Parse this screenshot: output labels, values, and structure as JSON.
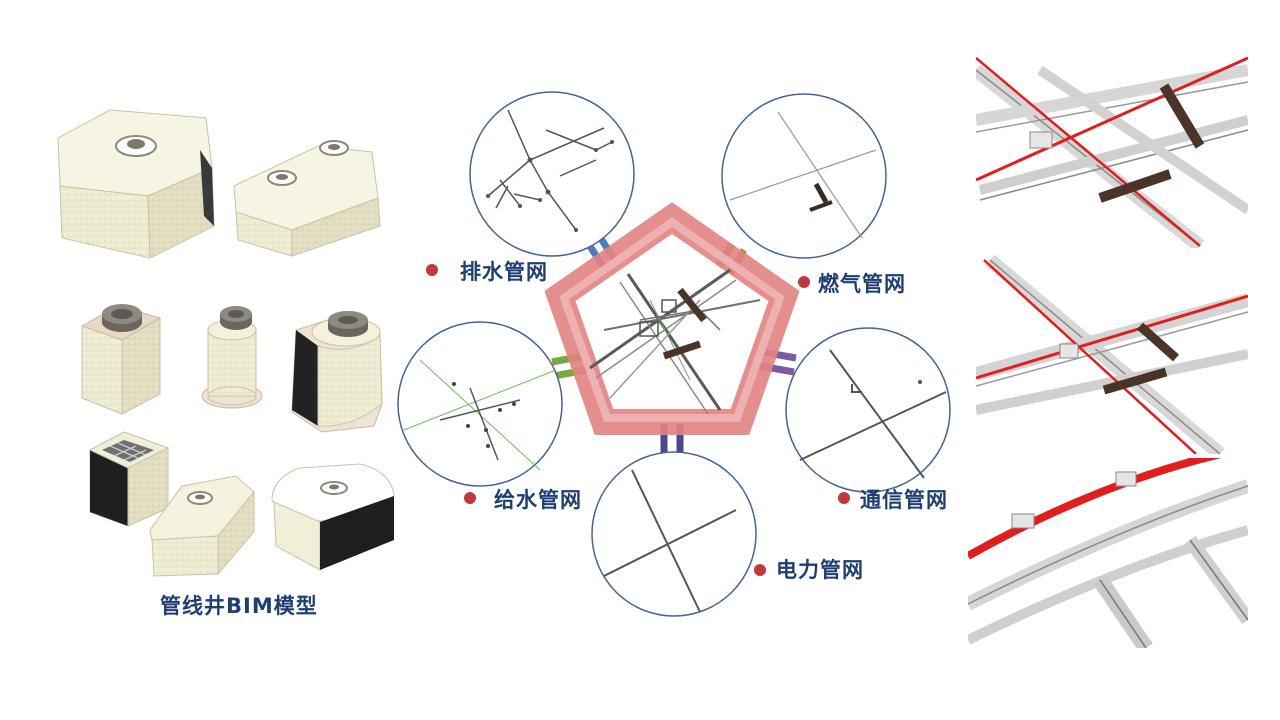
{
  "title_models": "管线井BIM模型",
  "networks": {
    "drain": "排水管网",
    "gas": "燃气管网",
    "water": "给水管网",
    "telecom": "通信管网",
    "power": "电力管网"
  },
  "colors": {
    "label_text": "#1f3f73",
    "bullet": "#c0393d",
    "pentagon": "#e07b7b",
    "connector_blue": "#4a7ec4",
    "connector_olive": "#9b9a3b",
    "connector_green": "#78a842",
    "connector_purple": "#7a5aa3",
    "connector_navy": "#4d4690",
    "circle_border": "#46649a",
    "model_body": "#f2efd6",
    "model_cap": "#8f8a7e",
    "pipe_red": "#e01e1e"
  },
  "icons": [
    "manhole-icon",
    "pipe-network-icon"
  ]
}
